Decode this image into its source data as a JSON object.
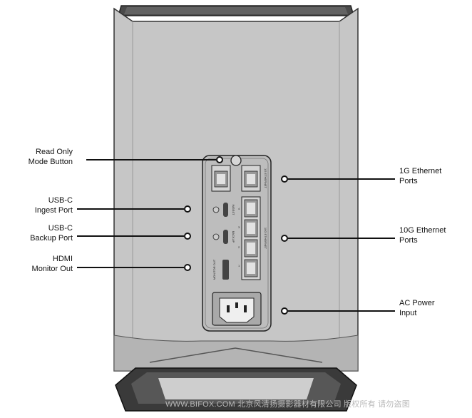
{
  "callouts_left": [
    {
      "id": "read-only",
      "label": "Read Only\nMode Button"
    },
    {
      "id": "usb-ingest",
      "label": "USB-C\nIngest Port"
    },
    {
      "id": "usb-backup",
      "label": "USB-C\nBackup Port"
    },
    {
      "id": "hdmi",
      "label": "HDMI\nMonitor Out"
    }
  ],
  "callouts_right": [
    {
      "id": "1g-ethernet",
      "label": "1G Ethernet\nPorts"
    },
    {
      "id": "10g-ethernet",
      "label": "10G Ethernet\nPorts"
    },
    {
      "id": "ac-power",
      "label": "AC Power\nInput"
    }
  ],
  "panel_labels": {
    "one_g_ethernet": "1G ETHERNET",
    "ten_g_ethernet": "10G ETHERNET",
    "ingest": "INGEST",
    "backup": "BACKUP",
    "monitor_out": "MONITOR OUT",
    "port_1": "1",
    "port_2": "2",
    "port_3": "3",
    "port_4": "4"
  },
  "watermark": "WWW.BIFOX.COM 北京风清扬摄影器材有限公司 版权所有 请勿盗图",
  "colors": {
    "body": "#c6c6c6",
    "body_edge": "#5a5a5a",
    "panel": "#bdbdbd",
    "stand": "#2f2f2f"
  }
}
